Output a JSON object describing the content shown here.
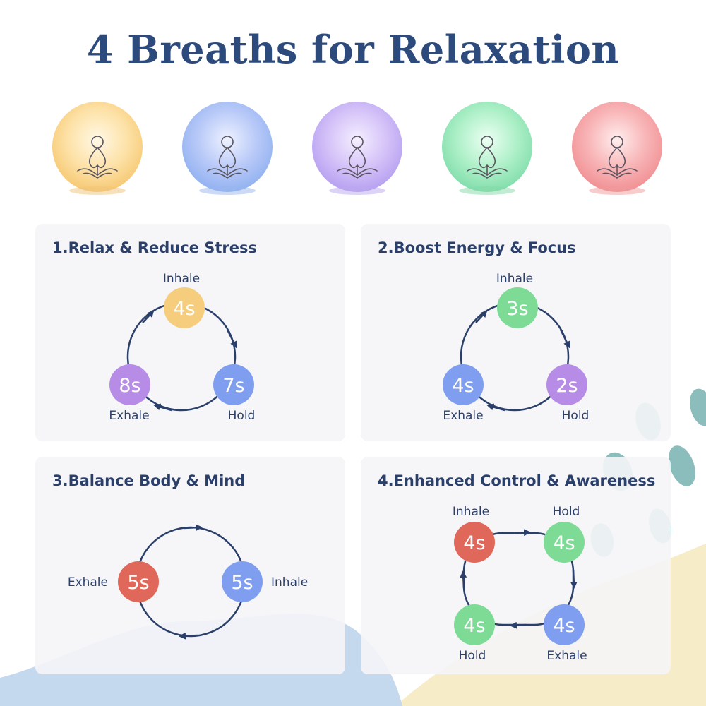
{
  "title": "4 Breaths for Relaxation",
  "colors": {
    "navy": "#2b3f6b",
    "yellow": "#f5cd7c",
    "blue": "#7f9ef0",
    "purple": "#b78ce6",
    "green": "#7ddb95",
    "red": "#e0685a"
  },
  "lamps": [
    {
      "color": "yellow-glow",
      "icon": "meditation-icon"
    },
    {
      "color": "blue-glow",
      "icon": "meditation-icon"
    },
    {
      "color": "purple-glow",
      "icon": "meditation-icon"
    },
    {
      "color": "green-glow",
      "icon": "meditation-icon"
    },
    {
      "color": "red-glow",
      "icon": "meditation-icon"
    }
  ],
  "cards": [
    {
      "title": "1.Relax & Reduce Stress",
      "steps": [
        {
          "label": "Inhale",
          "value": "4s"
        },
        {
          "label": "Hold",
          "value": "7s"
        },
        {
          "label": "Exhale",
          "value": "8s"
        }
      ]
    },
    {
      "title": "2.Boost Energy & Focus",
      "steps": [
        {
          "label": "Inhale",
          "value": "3s"
        },
        {
          "label": "Hold",
          "value": "2s"
        },
        {
          "label": "Exhale",
          "value": "4s"
        }
      ]
    },
    {
      "title": "3.Balance Body & Mind",
      "steps": [
        {
          "label": "Inhale",
          "value": "5s"
        },
        {
          "label": "Exhale",
          "value": "5s"
        }
      ]
    },
    {
      "title": "4.Enhanced Control & Awareness",
      "steps": [
        {
          "label": "Inhale",
          "value": "4s"
        },
        {
          "label": "Hold",
          "value": "4s"
        },
        {
          "label": "Exhale",
          "value": "4s"
        },
        {
          "label": "Hold",
          "value": "4s"
        }
      ]
    }
  ]
}
